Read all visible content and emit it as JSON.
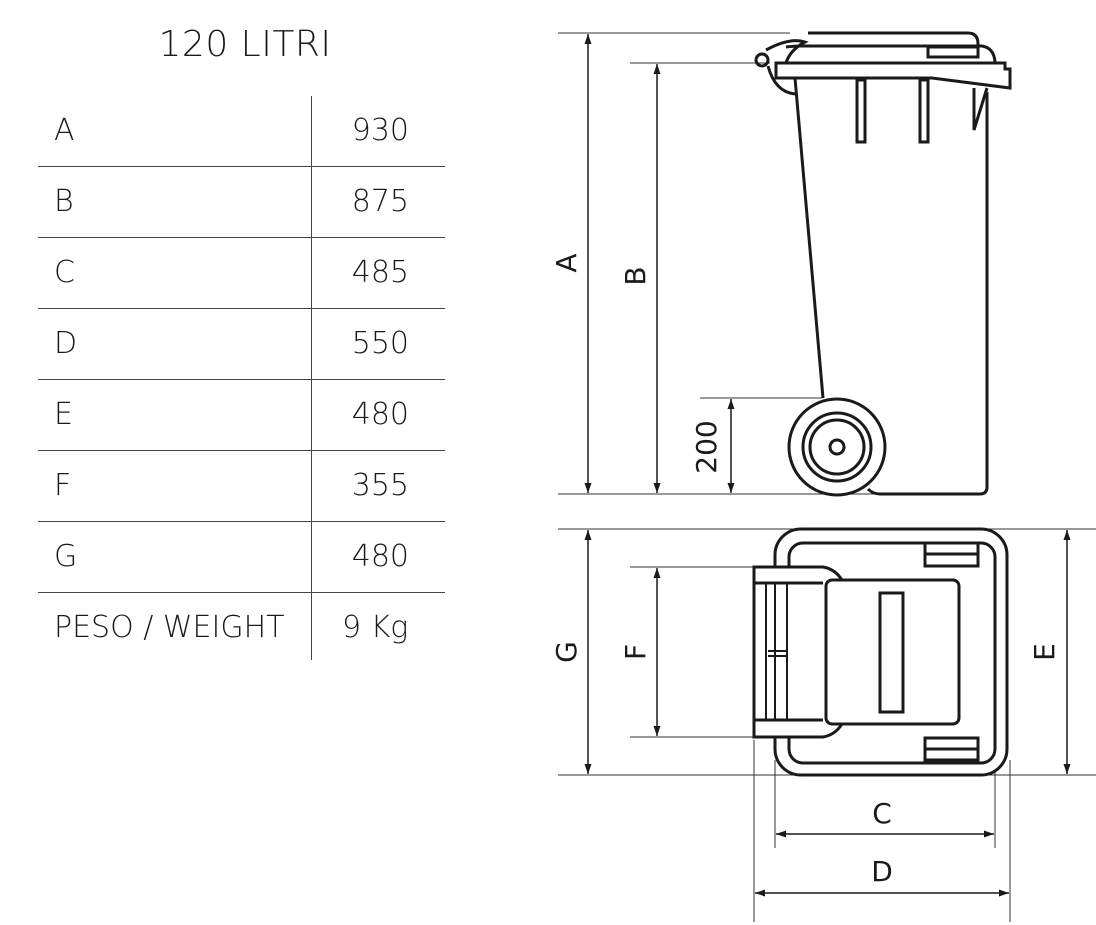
{
  "title": "120 LITRI",
  "specs": [
    {
      "label": "A",
      "value": "930"
    },
    {
      "label": "B",
      "value": "875"
    },
    {
      "label": "C",
      "value": "485"
    },
    {
      "label": "D",
      "value": "550"
    },
    {
      "label": "E",
      "value": "480"
    },
    {
      "label": "F",
      "value": "355"
    },
    {
      "label": "G",
      "value": "480"
    },
    {
      "label": "PESO / WEIGHT",
      "value": "9  Kg"
    }
  ],
  "drawing": {
    "side_labels": {
      "a": "A",
      "b": "B",
      "wheel_height": "200"
    },
    "top_labels": {
      "g": "G",
      "f": "F",
      "e": "E",
      "c": "C",
      "d": "D"
    }
  }
}
